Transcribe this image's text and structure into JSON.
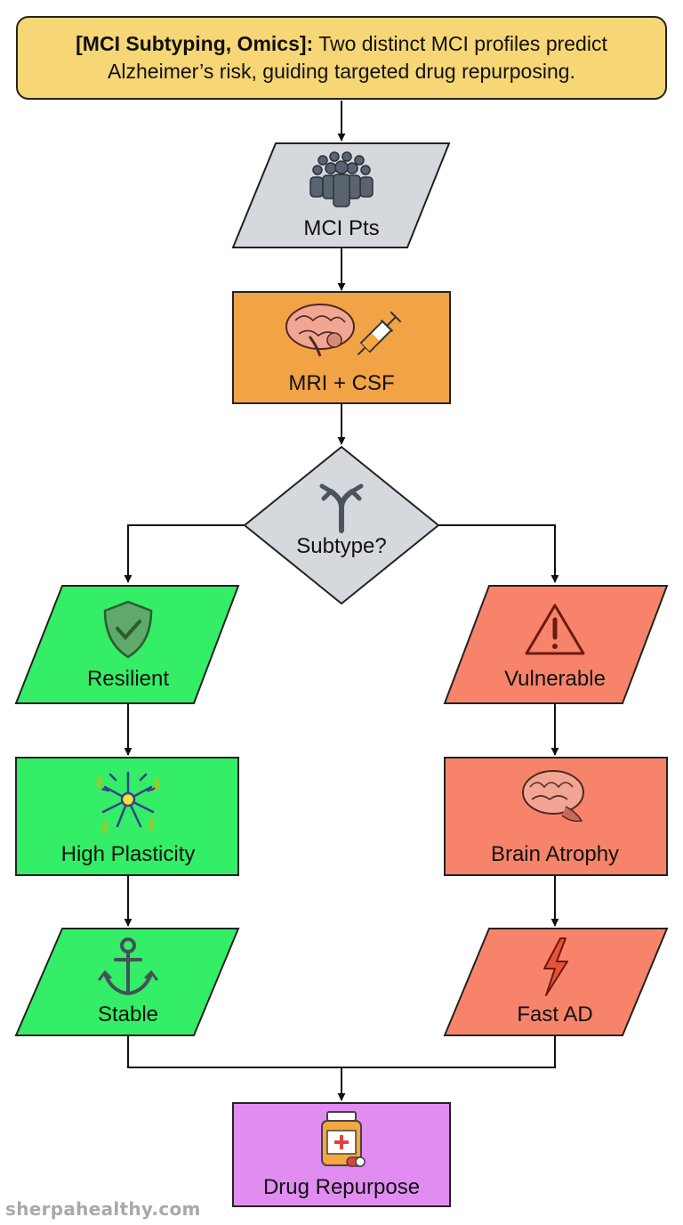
{
  "header": {
    "tag": "[MCI Subtyping, Omics]:",
    "line1_rest": "Two distinct MCI profiles predict",
    "line2": "Alzheimer’s risk, guiding targeted drug repurposing."
  },
  "nodes": {
    "patients": {
      "label": "MCI Pts",
      "icon": "people-group-icon",
      "color": "#d5d8dc"
    },
    "tests": {
      "label": "MRI + CSF",
      "icon": "brain-syringe-icon",
      "color": "#f2a345"
    },
    "decision": {
      "label": "Subtype?",
      "icon": "split-arrow-icon",
      "color": "#d5d8dc"
    },
    "resilient": {
      "label": "Resilient",
      "icon": "shield-check-icon",
      "color": "#33ee66"
    },
    "plasticity": {
      "label": "High Plasticity",
      "icon": "neuron-icon",
      "color": "#33ee66"
    },
    "stable": {
      "label": "Stable",
      "icon": "anchor-icon",
      "color": "#33ee66"
    },
    "vulnerable": {
      "label": "Vulnerable",
      "icon": "warning-icon",
      "color": "#f7846a"
    },
    "atrophy": {
      "label": "Brain Atrophy",
      "icon": "brain-icon",
      "color": "#f7846a"
    },
    "fast_ad": {
      "label": "Fast AD",
      "icon": "lightning-icon",
      "color": "#f7846a"
    },
    "repurpose": {
      "label": "Drug Repurpose",
      "icon": "medicine-bottle-icon",
      "color": "#e08cf0"
    }
  },
  "footer": {
    "watermark": "sherpahealthy.com"
  }
}
